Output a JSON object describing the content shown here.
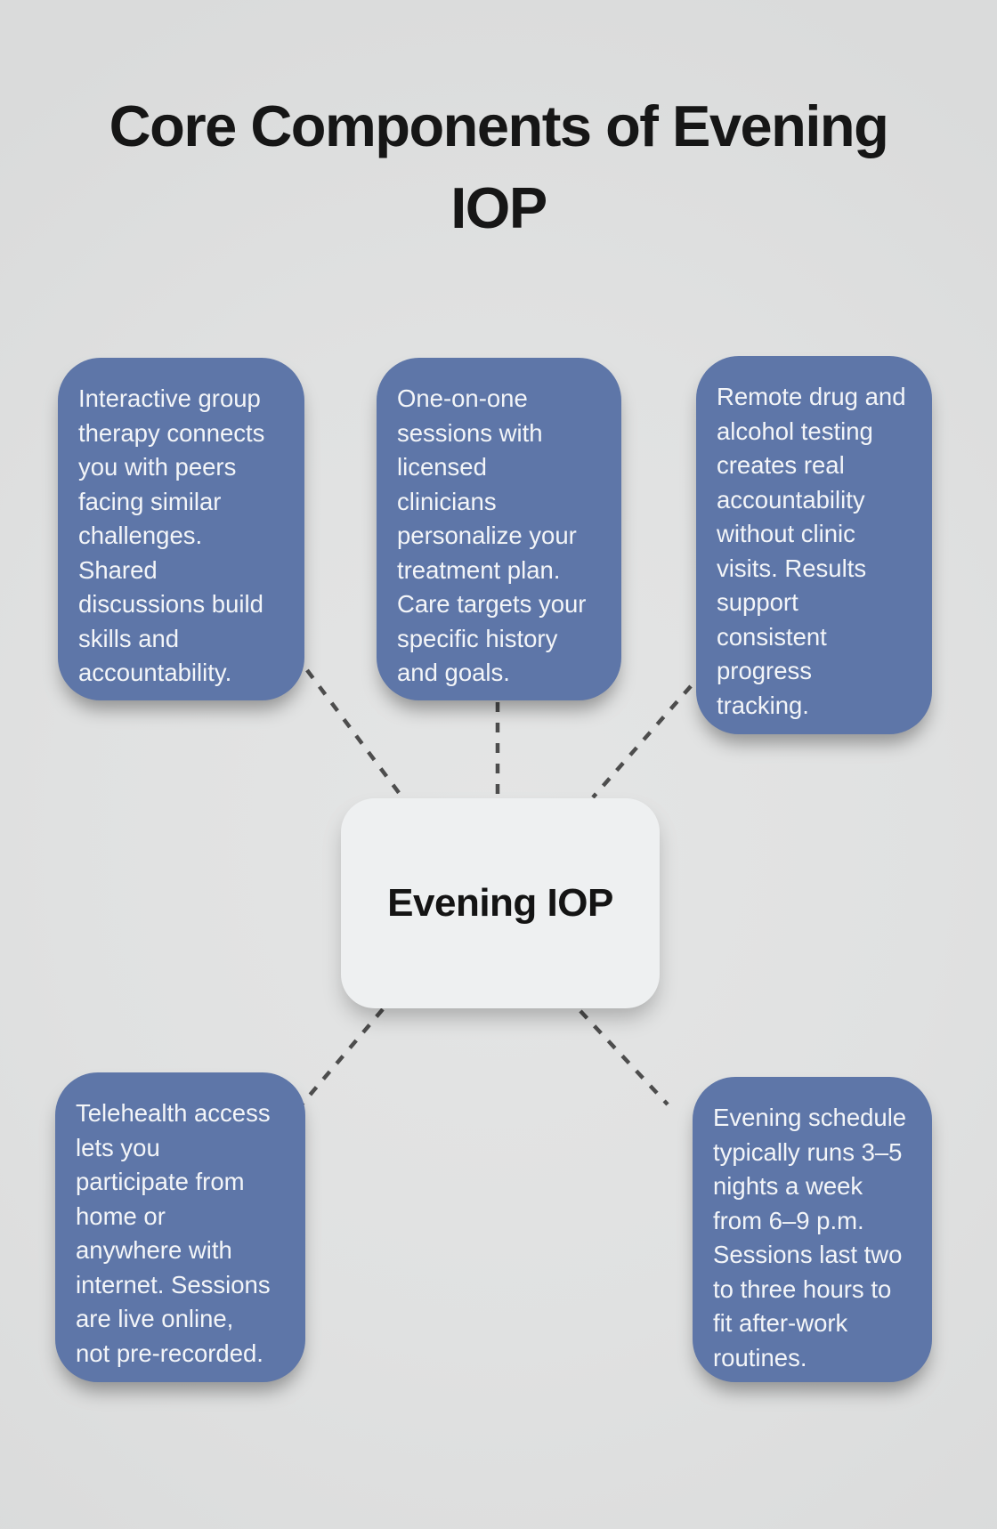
{
  "title": "Core Components of Evening\nIOP",
  "center_node": {
    "label": "Evening IOP"
  },
  "nodes": [
    {
      "id": "group-therapy",
      "position": "top-left",
      "text": "Interactive group\ntherapy connects\nyou with peers\nfacing similar\nchallenges.\nShared\ndiscussions build\nskills and\naccountability."
    },
    {
      "id": "one-on-one-sessions",
      "position": "top-center",
      "text": "One-on-one\nsessions with\nlicensed\nclinicians\npersonalize your\ntreatment plan.\nCare targets your\nspecific history\nand goals."
    },
    {
      "id": "remote-testing",
      "position": "top-right",
      "text": "Remote drug and\nalcohol testing\ncreates real\naccountability\nwithout clinic\nvisits. Results\nsupport\nconsistent\nprogress\ntracking."
    },
    {
      "id": "telehealth-access",
      "position": "bottom-left",
      "text": "Telehealth access\nlets you\nparticipate from\nhome or\nanywhere with\ninternet. Sessions\nare live online,\nnot pre-recorded."
    },
    {
      "id": "evening-schedule",
      "position": "bottom-right",
      "text": "Evening schedule\ntypically runs 3–5\nnights a week\nfrom 6–9 p.m.\nSessions last two\nto three hours to\nfit after-work\nroutines."
    }
  ],
  "colors": {
    "background": "#e0e1e1",
    "node_fill": "#5e76a8",
    "node_text": "#f3f5f8",
    "center_fill": "#eef0f1",
    "center_text": "#141414",
    "title_text": "#161616",
    "connector": "#4d4d4d"
  }
}
